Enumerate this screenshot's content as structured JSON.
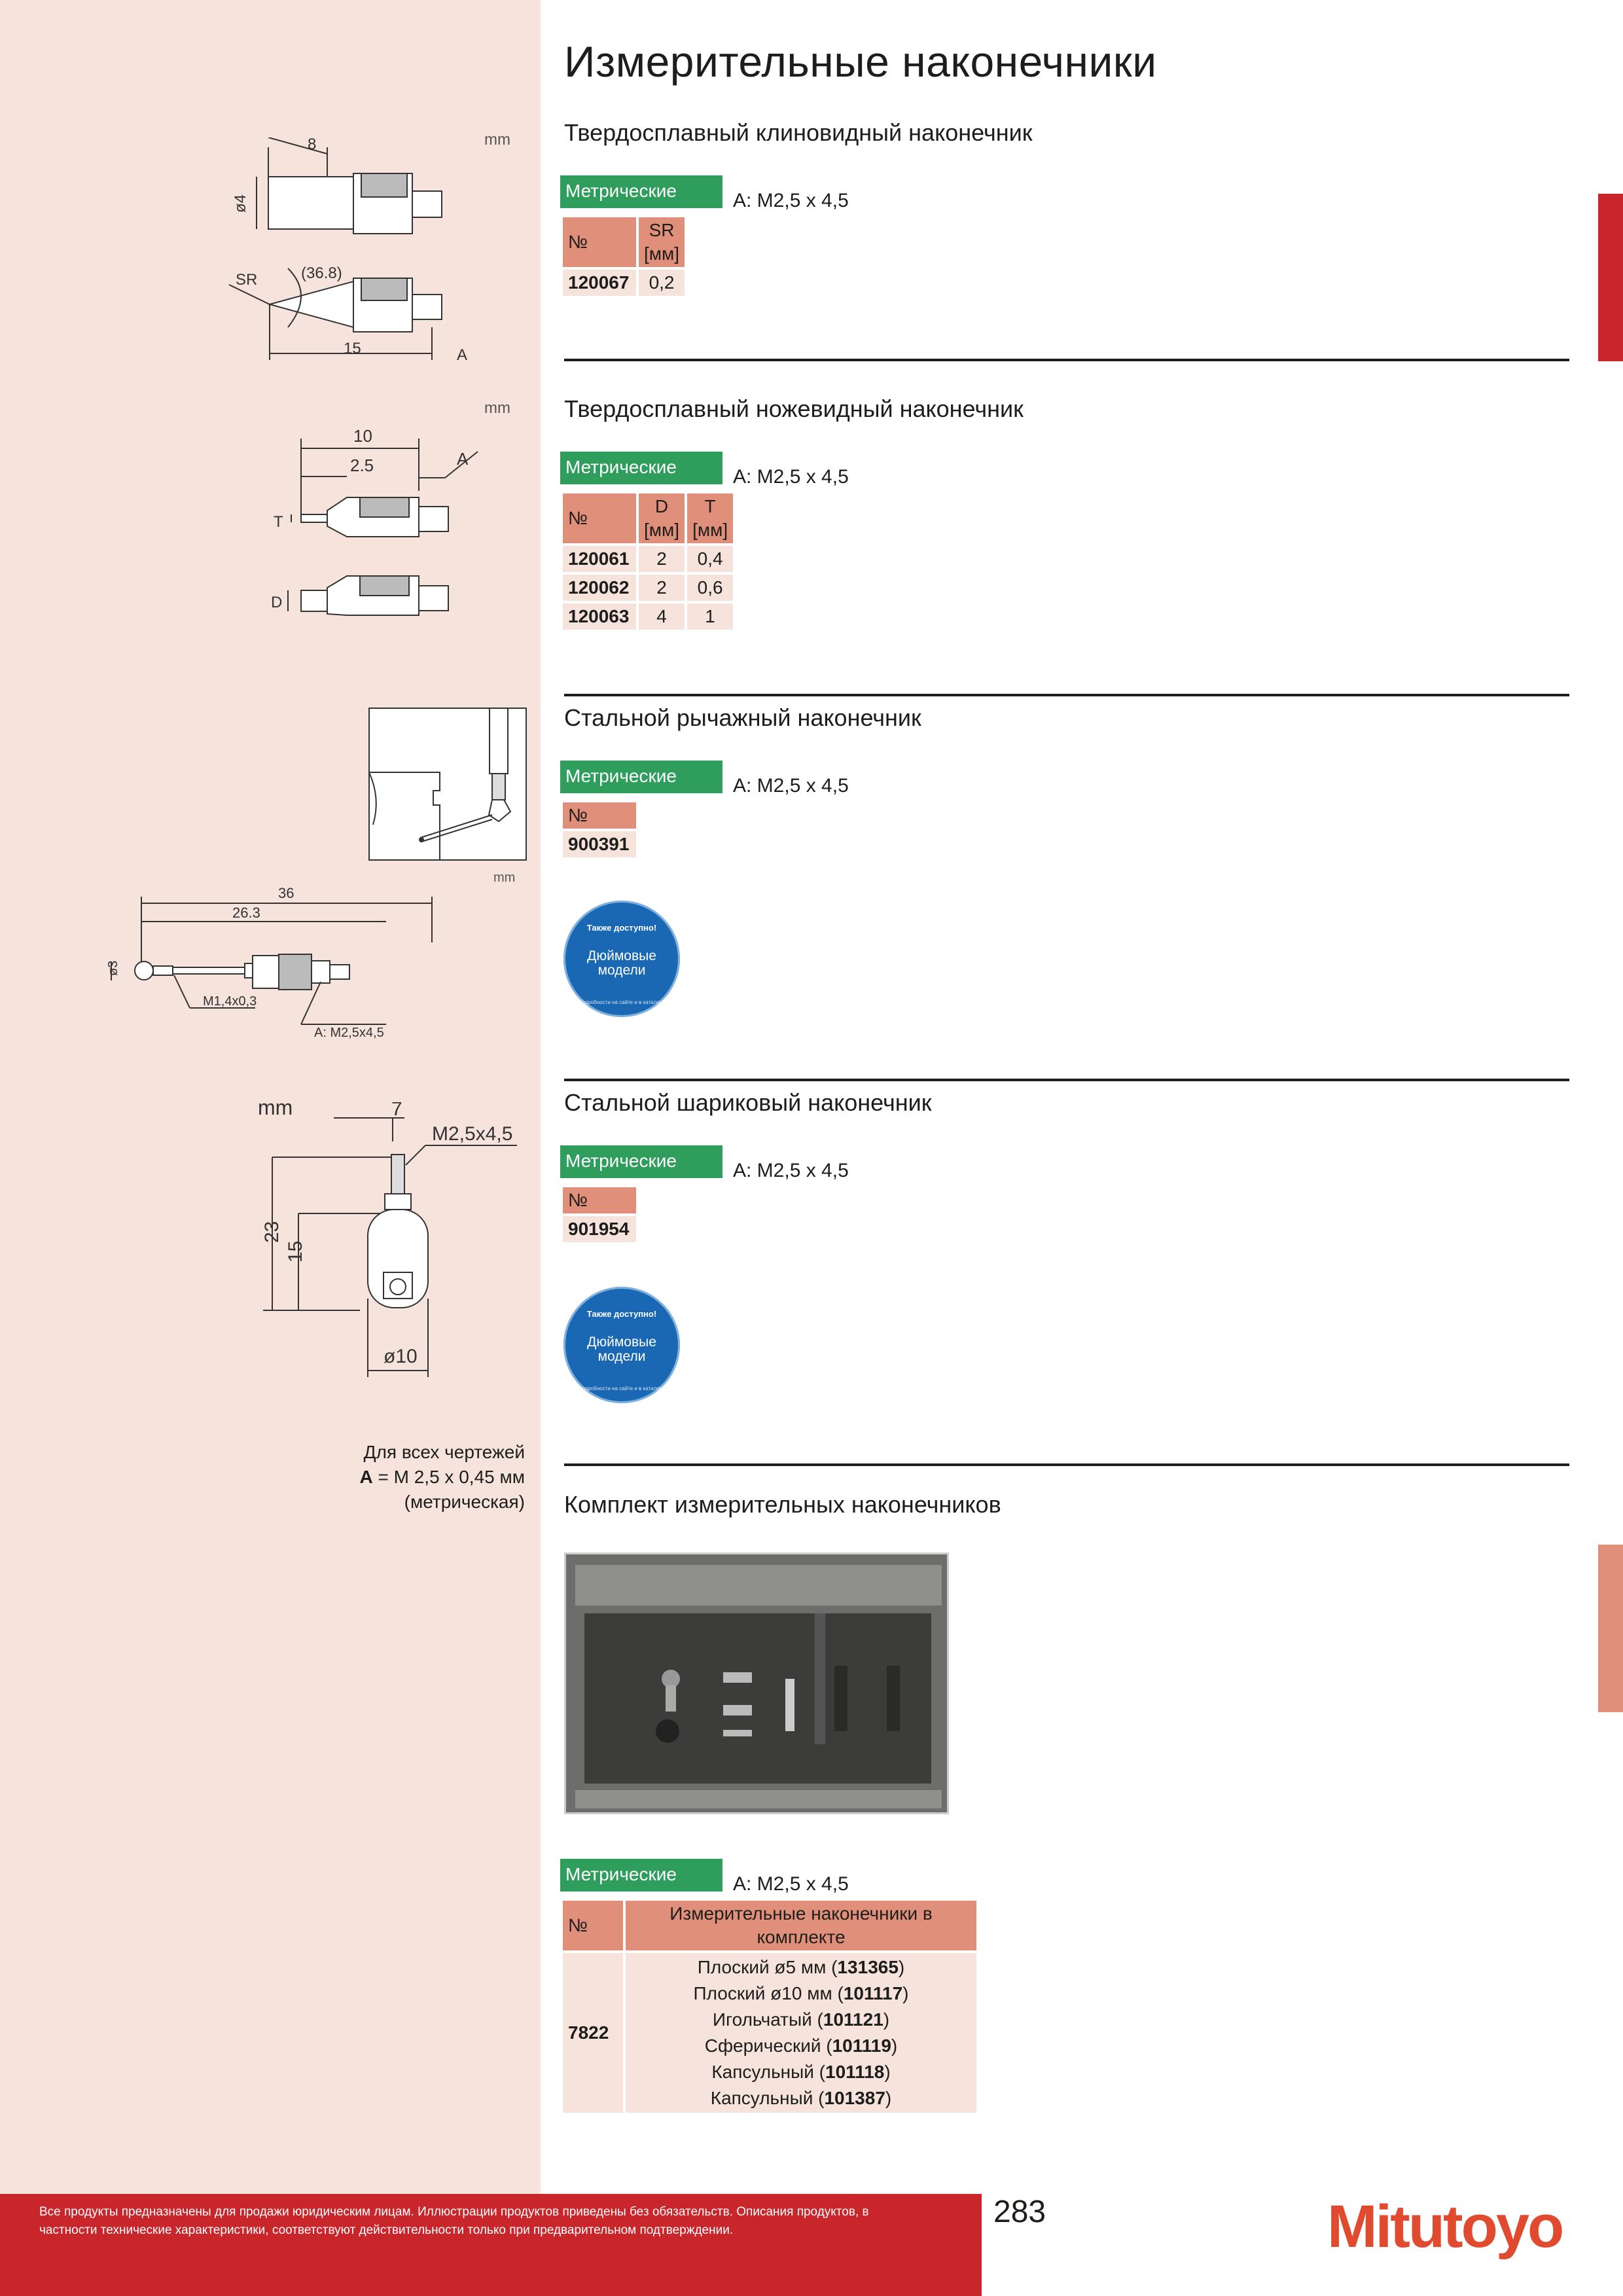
{
  "page": {
    "title": "Измерительные наконечники",
    "page_number": "283",
    "footer_text": "Все продукты предназначены для продажи юридическим лицам. Иллюстрации продуктов приведены без обязательств. Описания продуктов, в частности технические характеристики, соответствуют действительности только при предварительном подтверждении.",
    "brand": "Mitutoyo",
    "colors": {
      "accent_red": "#c9262c",
      "metric_green": "#2f9e5d",
      "header_salmon": "#e0907a",
      "panel_pink": "#f6e3dc",
      "badge_blue": "#1a68b3"
    }
  },
  "common": {
    "metric_label": "Метрические",
    "thread_note": "A: M2,5 x 4,5",
    "no_header": "№",
    "mm_header": "[мм]",
    "drawing_unit": "mm"
  },
  "sections": {
    "wedge": {
      "title": "Твердосплавный клиновидный наконечник",
      "col_sr": "SR",
      "rows": [
        {
          "no": "120067",
          "sr": "0,2"
        }
      ],
      "drawing": {
        "d8": "8",
        "d4": "ø4",
        "sr": "SR",
        "angle": "(36.8)",
        "d15": "15",
        "a": "A"
      }
    },
    "knife": {
      "title": "Твердосплавный ножевидный наконечник",
      "col_d": "D",
      "col_t": "T",
      "rows": [
        {
          "no": "120061",
          "d": "2",
          "t": "0,4"
        },
        {
          "no": "120062",
          "d": "2",
          "t": "0,6"
        },
        {
          "no": "120063",
          "d": "4",
          "t": "1"
        }
      ],
      "drawing": {
        "d10": "10",
        "d25": "2.5",
        "a": "A",
        "t": "T",
        "d": "D"
      }
    },
    "lever": {
      "title": "Стальной рычажный наконечник",
      "rows": [
        {
          "no": "900391"
        }
      ],
      "drawing": {
        "d36": "36",
        "d263": "26.3",
        "d3": "ø3",
        "thread1": "M1,4x0,3",
        "thread2": "A: M2,5x4,5"
      },
      "badge": {
        "top": "Также доступно!",
        "main": "Дюймовые модели",
        "ring": "подробности на сайте и в каталоге"
      }
    },
    "ball": {
      "title": "Стальной шариковый наконечник",
      "rows": [
        {
          "no": "901954"
        }
      ],
      "drawing": {
        "d7": "7",
        "thread": "M2,5x4,5",
        "d23": "23",
        "d15": "15",
        "d10": "ø10"
      },
      "badge": {
        "top": "Также доступно!",
        "main": "Дюймовые модели",
        "ring": "подробности на сайте и в каталоге"
      }
    },
    "set": {
      "title": "Комплект измерительных наконечников",
      "col_items": "Измерительные наконечники в комплекте",
      "no": "7822",
      "items": [
        {
          "name": "Плоский ø5 мм",
          "code": "131365"
        },
        {
          "name": "Плоский ø10 мм",
          "code": "101117"
        },
        {
          "name": "Игольчатый",
          "code": "101121"
        },
        {
          "name": "Сферический",
          "code": "101119"
        },
        {
          "name": "Капсульный",
          "code": "101118"
        },
        {
          "name": "Капсульный",
          "code": "101387"
        }
      ]
    }
  },
  "drawing_note": {
    "line1": "Для всех чертежей",
    "prefix": "A",
    "line2": " = M 2,5 x 0,45 мм (метрическая)"
  }
}
